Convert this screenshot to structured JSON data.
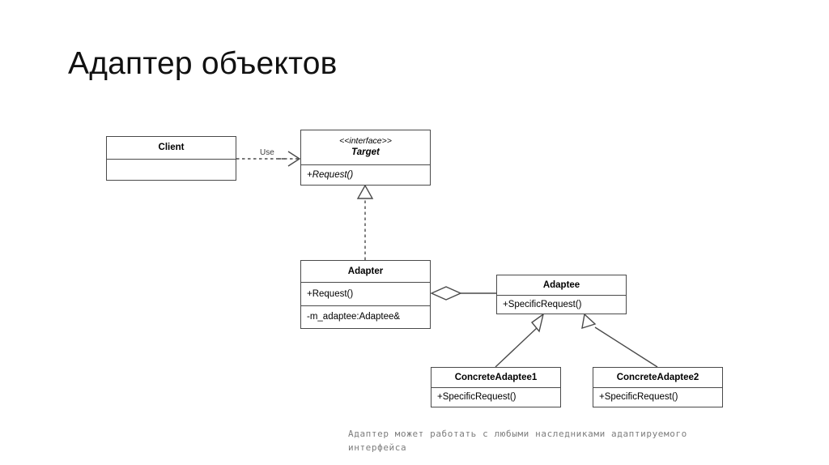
{
  "slide": {
    "title": "Адаптер объектов",
    "background_color": "#ffffff",
    "line_color": "#4a4a4a",
    "caption_color": "#7d7d7d"
  },
  "diagram": {
    "type": "uml-class-diagram",
    "classes": [
      {
        "id": "client",
        "name": "Client",
        "stereotype": "",
        "compartments": [
          ""
        ]
      },
      {
        "id": "target",
        "name": "Target",
        "stereotype": "<<interface>>",
        "operations": [
          "+Request()"
        ]
      },
      {
        "id": "adapter",
        "name": "Adapter",
        "stereotype": "",
        "operations": [
          "+Request()"
        ],
        "attributes": [
          "-m_adaptee:Adaptee&"
        ]
      },
      {
        "id": "adaptee",
        "name": "Adaptee",
        "stereotype": "",
        "operations": [
          "+SpecificRequest()"
        ]
      },
      {
        "id": "concrete_adaptee_1",
        "name": "ConcreteAdaptee1",
        "stereotype": "",
        "operations": [
          "+SpecificRequest()"
        ]
      },
      {
        "id": "concrete_adaptee_2",
        "name": "ConcreteAdaptee2",
        "stereotype": "",
        "operations": [
          "+SpecificRequest()"
        ]
      }
    ],
    "relationships": [
      {
        "id": "use",
        "kind": "dependency",
        "label": "Use",
        "from": "client",
        "to": "target"
      },
      {
        "id": "realize",
        "kind": "realization",
        "label": "",
        "from": "adapter",
        "to": "target"
      },
      {
        "id": "aggregate",
        "kind": "aggregation",
        "label": "",
        "from": "adapter",
        "to": "adaptee"
      },
      {
        "id": "inherit1",
        "kind": "generalization",
        "label": "",
        "from": "concrete_adaptee_1",
        "to": "adaptee"
      },
      {
        "id": "inherit2",
        "kind": "generalization",
        "label": "",
        "from": "concrete_adaptee_2",
        "to": "adaptee"
      }
    ]
  },
  "caption": {
    "line1": "Адаптер может работать с любыми наследниками адаптируемого",
    "line2": "интерфейса"
  }
}
